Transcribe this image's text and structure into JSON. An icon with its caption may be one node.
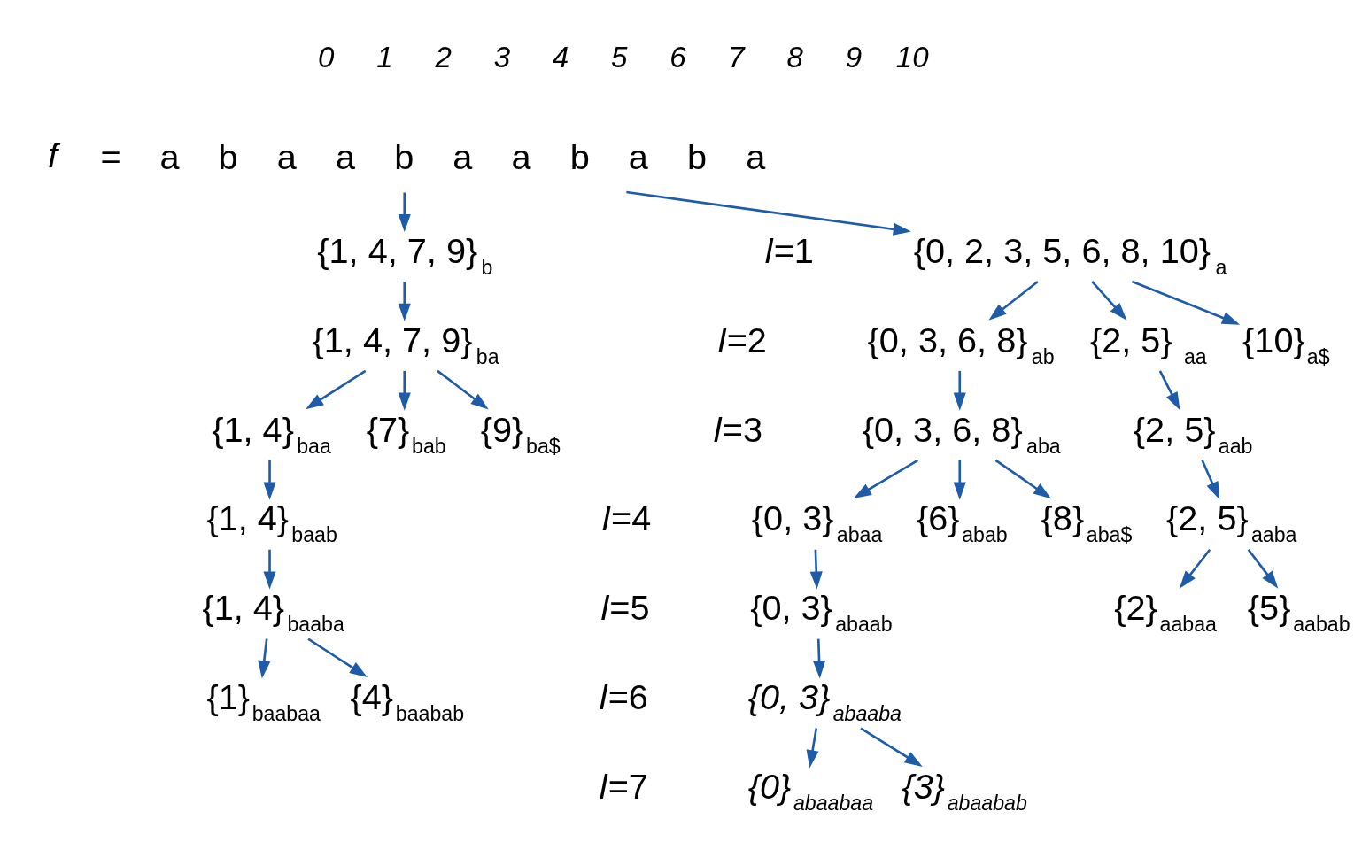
{
  "diagram": {
    "nodes": [
      {
        "text": [
          "*f* = a b a a b a a b a b a"
        ]
      },
      {
        "text": [
          "{0, 2, 3, 5, 6, 8, 10}$_{a}$"
        ]
      },
      {
        "text": [
          "{1, 4, 7, 9}$_{b}$"
        ]
      },
      {
        "text": [
          "{0, 3, 6, 8}$_{ab}$"
        ]
      },
      {
        "text": [
          "{2, 5} $_{aa}$"
        ]
      },
      {
        "text": [
          "{10}$_{a$}$"
        ]
      },
      {
        "text": [
          "{1, 4, 7, 9}$_{ba}$"
        ]
      },
      {
        "text": [
          "{0, 3, 6, 8}$_{aba}$"
        ]
      },
      {
        "text": [
          "{2, 5}$_{aab}$"
        ]
      },
      {
        "text": [
          "{1, 4}$_{baa}$"
        ]
      },
      {
        "text": [
          "{7}$_{bab}$"
        ]
      },
      {
        "text": [
          "{9}$_{ba$}$"
        ]
      },
      {
        "text": [
          "{0, 3}$_{abaa}$"
        ]
      },
      {
        "text": [
          "{6}$_{abab}$"
        ]
      },
      {
        "text": [
          "{8}$_{aba$}$"
        ]
      },
      {
        "text": [
          "{2, 5}$_{aaba}$"
        ]
      },
      {
        "text": [
          "{1, 4}$_{baab}$"
        ]
      },
      {
        "text": [
          "{0, 3}$_{abaab}$"
        ]
      },
      {
        "text": [
          "{2}$_{aabaa}$"
        ]
      },
      {
        "text": [
          "{5}$_{aabab}$"
        ]
      },
      {
        "text": [
          "{1, 4}$_{baaba}$"
        ]
      },
      {
        "text": [
          "{0, 3}$_{abaaba}$"
        ]
      },
      {
        "text": [
          "{1}$_{baabaa}$"
        ]
      },
      {
        "text": [
          "{4}$_{baabab}$"
        ]
      },
      {
        "text": [
          "{0}$_{abaabaa}$"
        ]
      },
      {
        "text": [
          "{3}$_{abaabab}$"
        ]
      }
    ],
    "edges": [
      {
        "from": 0,
        "to": 1,
        "arrow": "to"
      },
      {
        "from": 0,
        "to": 2,
        "arrow": "to"
      },
      {
        "from": 1,
        "to": 3,
        "arrow": "to"
      },
      {
        "from": 1,
        "to": 4,
        "arrow": "to"
      },
      {
        "from": 1,
        "to": 5,
        "arrow": "to"
      },
      {
        "from": 2,
        "to": 6,
        "arrow": "to"
      },
      {
        "from": 3,
        "to": 7,
        "arrow": "to"
      },
      {
        "from": 4,
        "to": 8,
        "arrow": "to"
      },
      {
        "from": 6,
        "to": 9,
        "arrow": "to"
      },
      {
        "from": 6,
        "to": 10,
        "arrow": "to"
      },
      {
        "from": 6,
        "to": 11,
        "arrow": "to"
      },
      {
        "from": 7,
        "to": 12,
        "arrow": "to"
      },
      {
        "from": 7,
        "to": 13,
        "arrow": "to"
      },
      {
        "from": 7,
        "to": 14,
        "arrow": "to"
      },
      {
        "from": 8,
        "to": 15,
        "arrow": "to"
      },
      {
        "from": 9,
        "to": 16,
        "arrow": "to"
      },
      {
        "from": 12,
        "to": 17,
        "arrow": "to"
      },
      {
        "from": 15,
        "to": 18,
        "arrow": "to"
      },
      {
        "from": 15,
        "to": 19,
        "arrow": "to"
      },
      {
        "from": 16,
        "to": 20,
        "arrow": "to"
      },
      {
        "from": 17,
        "to": 21,
        "arrow": "to"
      },
      {
        "from": 20,
        "to": 22,
        "arrow": "to"
      },
      {
        "from": 20,
        "to": 23,
        "arrow": "to"
      },
      {
        "from": 21,
        "to": 24,
        "arrow": "to"
      },
      {
        "from": 21,
        "to": 25,
        "arrow": "to"
      }
    ],
    "labels": [
      "0",
      "1",
      "2",
      "3",
      "4",
      "5",
      "6",
      "7",
      "8",
      "9",
      "10",
      "*l*=1",
      "*l*=2",
      "*l*=3",
      "*l*=4",
      "*l*=5",
      "*l*=6",
      "*l*=7"
    ]
  }
}
